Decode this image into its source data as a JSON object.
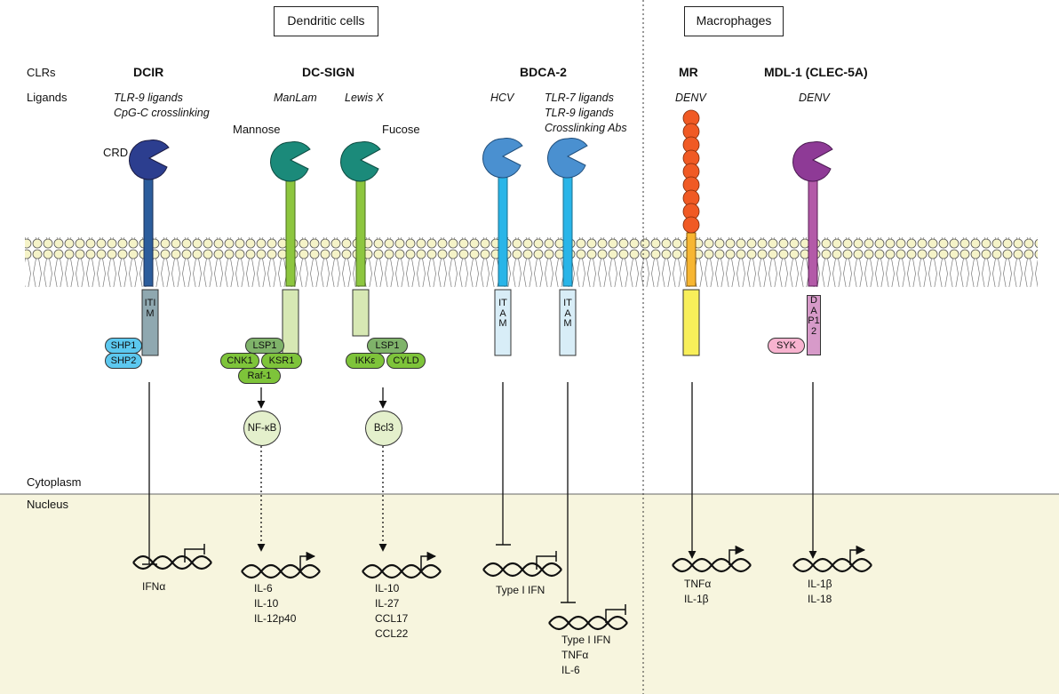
{
  "headers": {
    "dendritic": "Dendritic cells",
    "macrophages": "Macrophages"
  },
  "row_labels": {
    "clrs": "CLRs",
    "ligands": "Ligands",
    "crd": "CRD",
    "cytoplasm": "Cytoplasm",
    "nucleus": "Nucleus"
  },
  "receptors": {
    "dcir": {
      "name": "DCIR",
      "ligands": "TLR-9 ligands\nCpG-C crosslinking",
      "motif": "ITIM",
      "adaptors": [
        "SHP1",
        "SHP2"
      ],
      "genes": "IFNα",
      "color": "#2c3e8f"
    },
    "dcsign": {
      "name": "DC-SIGN",
      "ligand_left": "ManLam",
      "ligand_right": "Lewis X",
      "sugar_left": "Mannose",
      "sugar_right": "Fucose",
      "left_complex": [
        "LSP1",
        "CNK1",
        "KSR1",
        "Raf-1"
      ],
      "right_complex": [
        "LSP1",
        "IKKε",
        "CYLD"
      ],
      "tf_left": "NF-κB",
      "tf_right": "Bcl3",
      "genes_left": "IL-6\nIL-10\nIL-12p40",
      "genes_right": "IL-10\nIL-27\nCCL17\nCCL22",
      "color": "#1b8a7a"
    },
    "bdca2": {
      "name": "BDCA-2",
      "ligand_left": "HCV",
      "ligand_right": "TLR-7 ligands\nTLR-9 ligands\nCrosslinking Abs",
      "motif_left": "ITAM",
      "motif_right": "ITAM",
      "genes_left": "Type I IFN",
      "genes_right": "Type I IFN\nTNFα\nIL-6",
      "color": "#4a90d0"
    },
    "mr": {
      "name": "MR",
      "ligand": "DENV",
      "genes": "TNFα\nIL-1β",
      "color": "#f05a24"
    },
    "mdl1": {
      "name": "MDL-1 (CLEC-5A)",
      "ligand": "DENV",
      "adaptor": "DAP12",
      "kinase": "SYK",
      "genes": "IL-1β\nIL-18",
      "color": "#8e3a96"
    }
  }
}
